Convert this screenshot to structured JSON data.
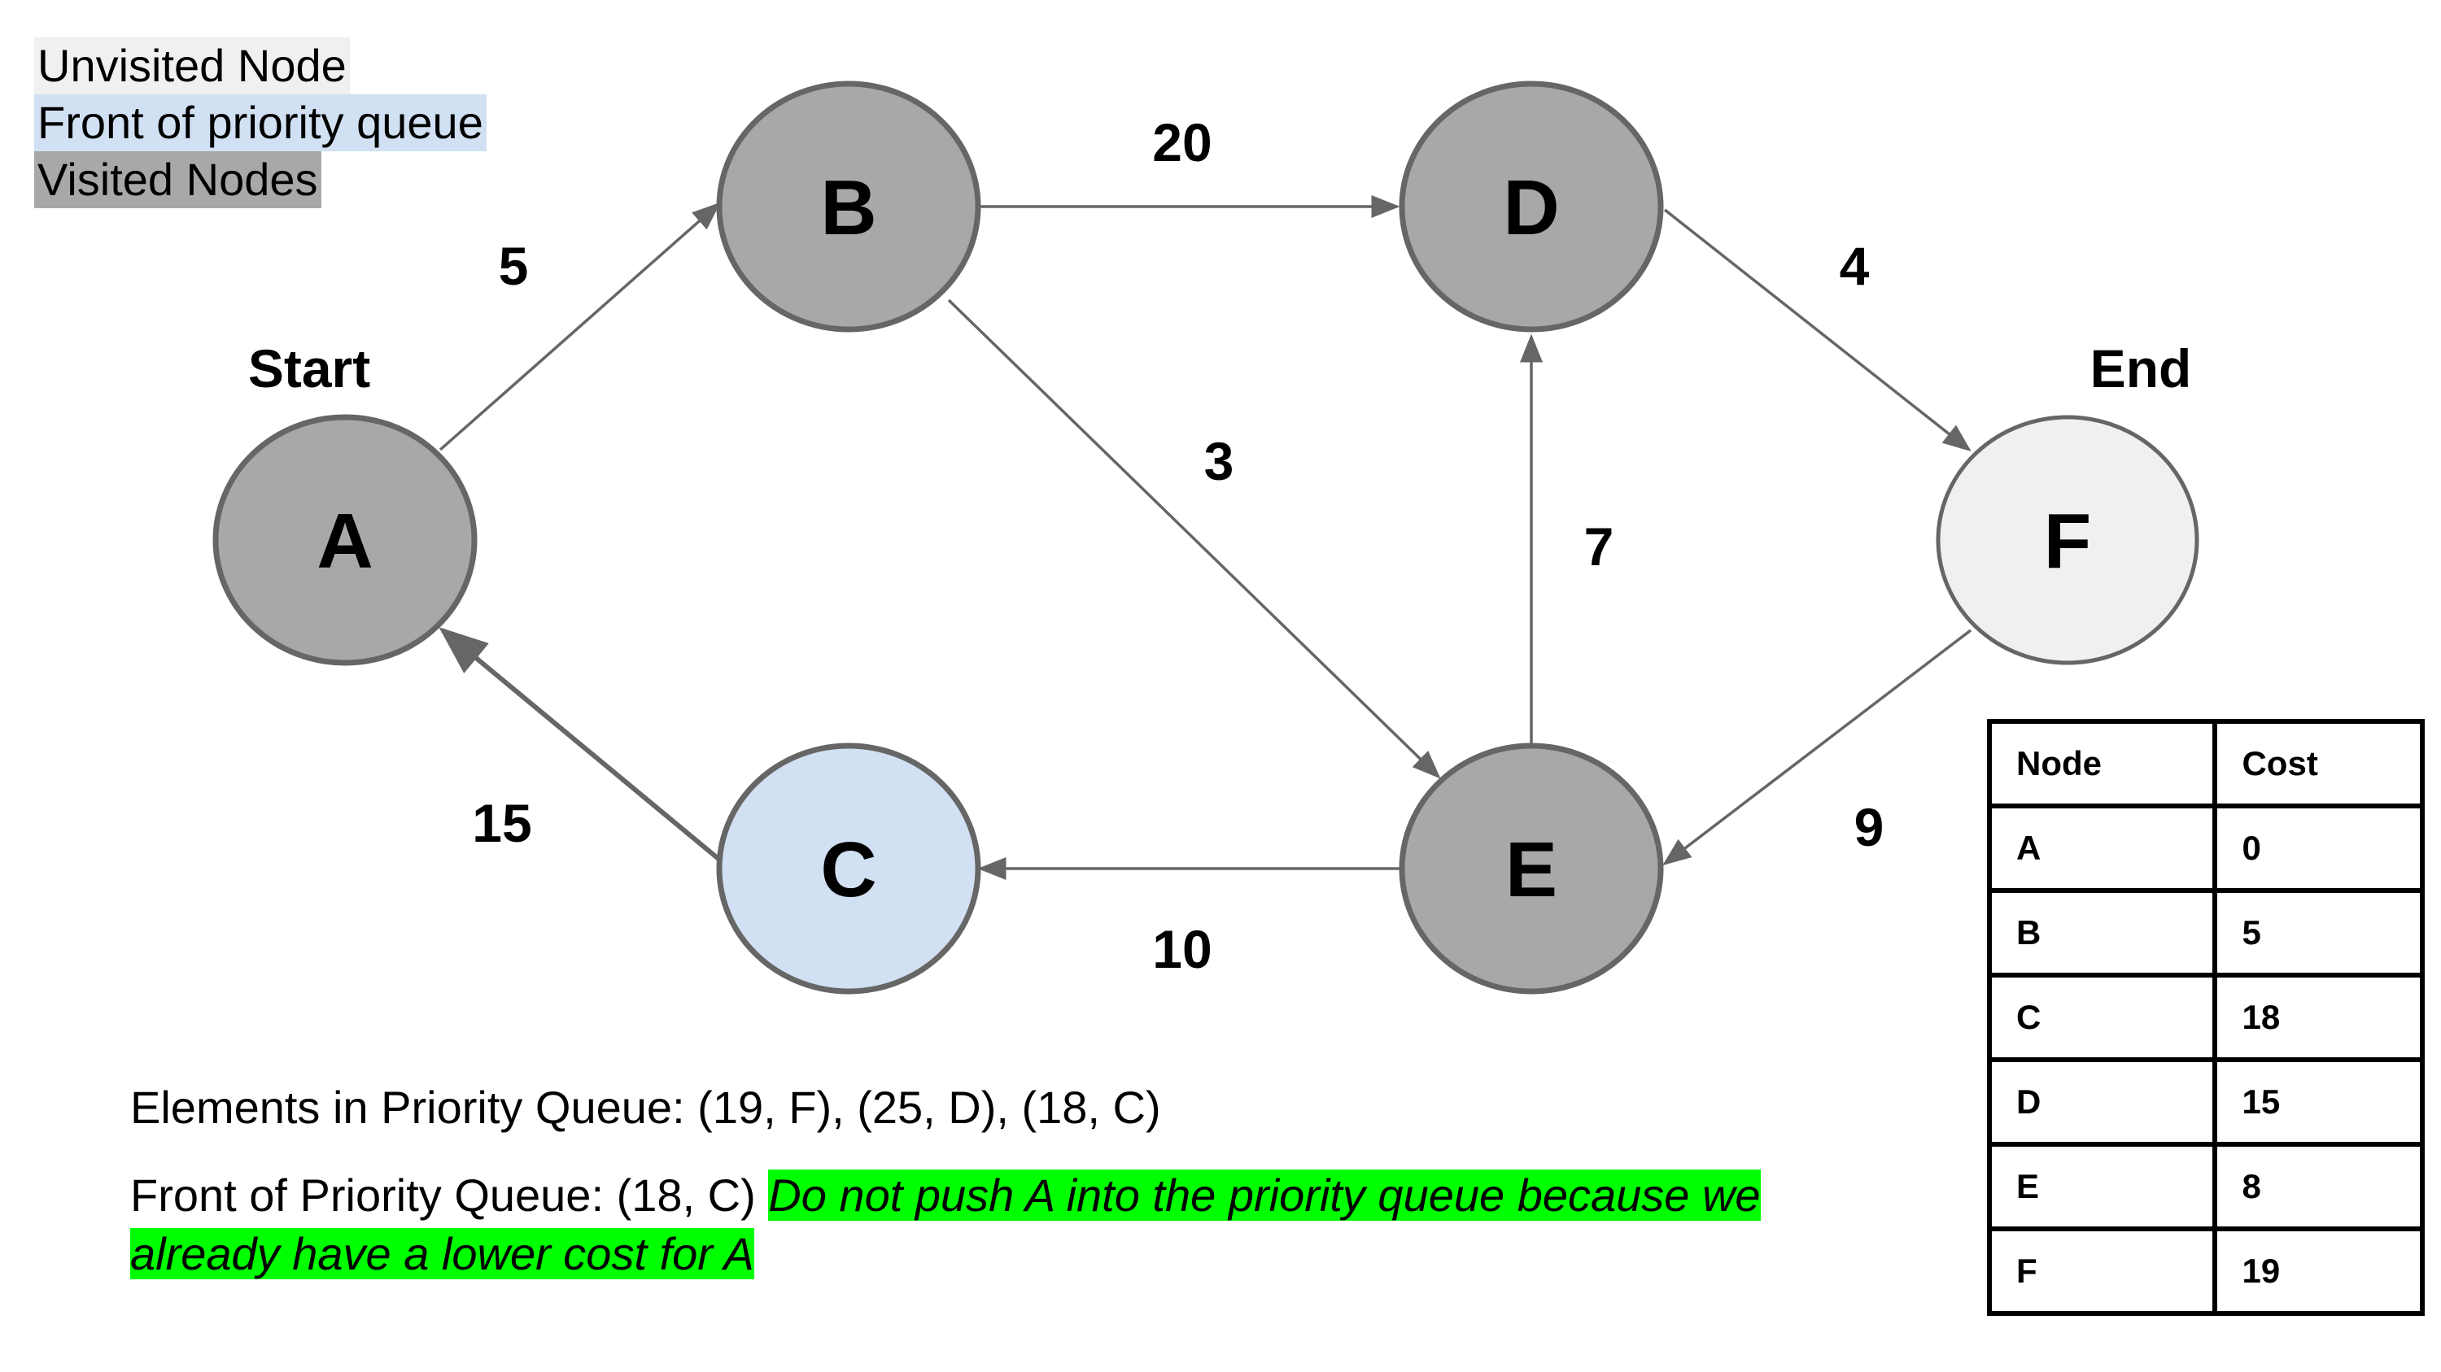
{
  "legend": {
    "unvisited": "Unvisited Node",
    "front": "Front of priority queue",
    "visited": "Visited Nodes"
  },
  "colors": {
    "unvisited": "#f0f0f0",
    "front_of_queue": "#d1e0f2",
    "visited": "#a8a8a8",
    "edge": "#666666",
    "note_highlight": "#00ff00"
  },
  "graph": {
    "start_label": "Start",
    "end_label": "End",
    "nodes": [
      {
        "id": "A",
        "label": "A",
        "state": "visited"
      },
      {
        "id": "B",
        "label": "B",
        "state": "visited"
      },
      {
        "id": "C",
        "label": "C",
        "state": "front"
      },
      {
        "id": "D",
        "label": "D",
        "state": "visited"
      },
      {
        "id": "E",
        "label": "E",
        "state": "visited"
      },
      {
        "id": "F",
        "label": "F",
        "state": "unvisited"
      }
    ],
    "edges": [
      {
        "from": "A",
        "to": "B",
        "weight": "5"
      },
      {
        "from": "B",
        "to": "D",
        "weight": "20"
      },
      {
        "from": "B",
        "to": "E",
        "weight": "3"
      },
      {
        "from": "D",
        "to": "F",
        "weight": "4"
      },
      {
        "from": "E",
        "to": "D",
        "weight": "7"
      },
      {
        "from": "F",
        "to": "E",
        "weight": "9"
      },
      {
        "from": "E",
        "to": "C",
        "weight": "10"
      },
      {
        "from": "C",
        "to": "A",
        "weight": "15"
      }
    ]
  },
  "priority_queue": {
    "elements_text": "Elements in Priority Queue: (19, F), (25, D), (18, C)",
    "front_text": "Front of Priority Queue: (18, C) ",
    "note": "Do not push A into the priority queue because we already have a lower cost for A"
  },
  "cost_table": {
    "headers": [
      "Node",
      "Cost"
    ],
    "rows": [
      [
        "A",
        "0"
      ],
      [
        "B",
        "5"
      ],
      [
        "C",
        "18"
      ],
      [
        "D",
        "15"
      ],
      [
        "E",
        "8"
      ],
      [
        "F",
        "19"
      ]
    ]
  }
}
